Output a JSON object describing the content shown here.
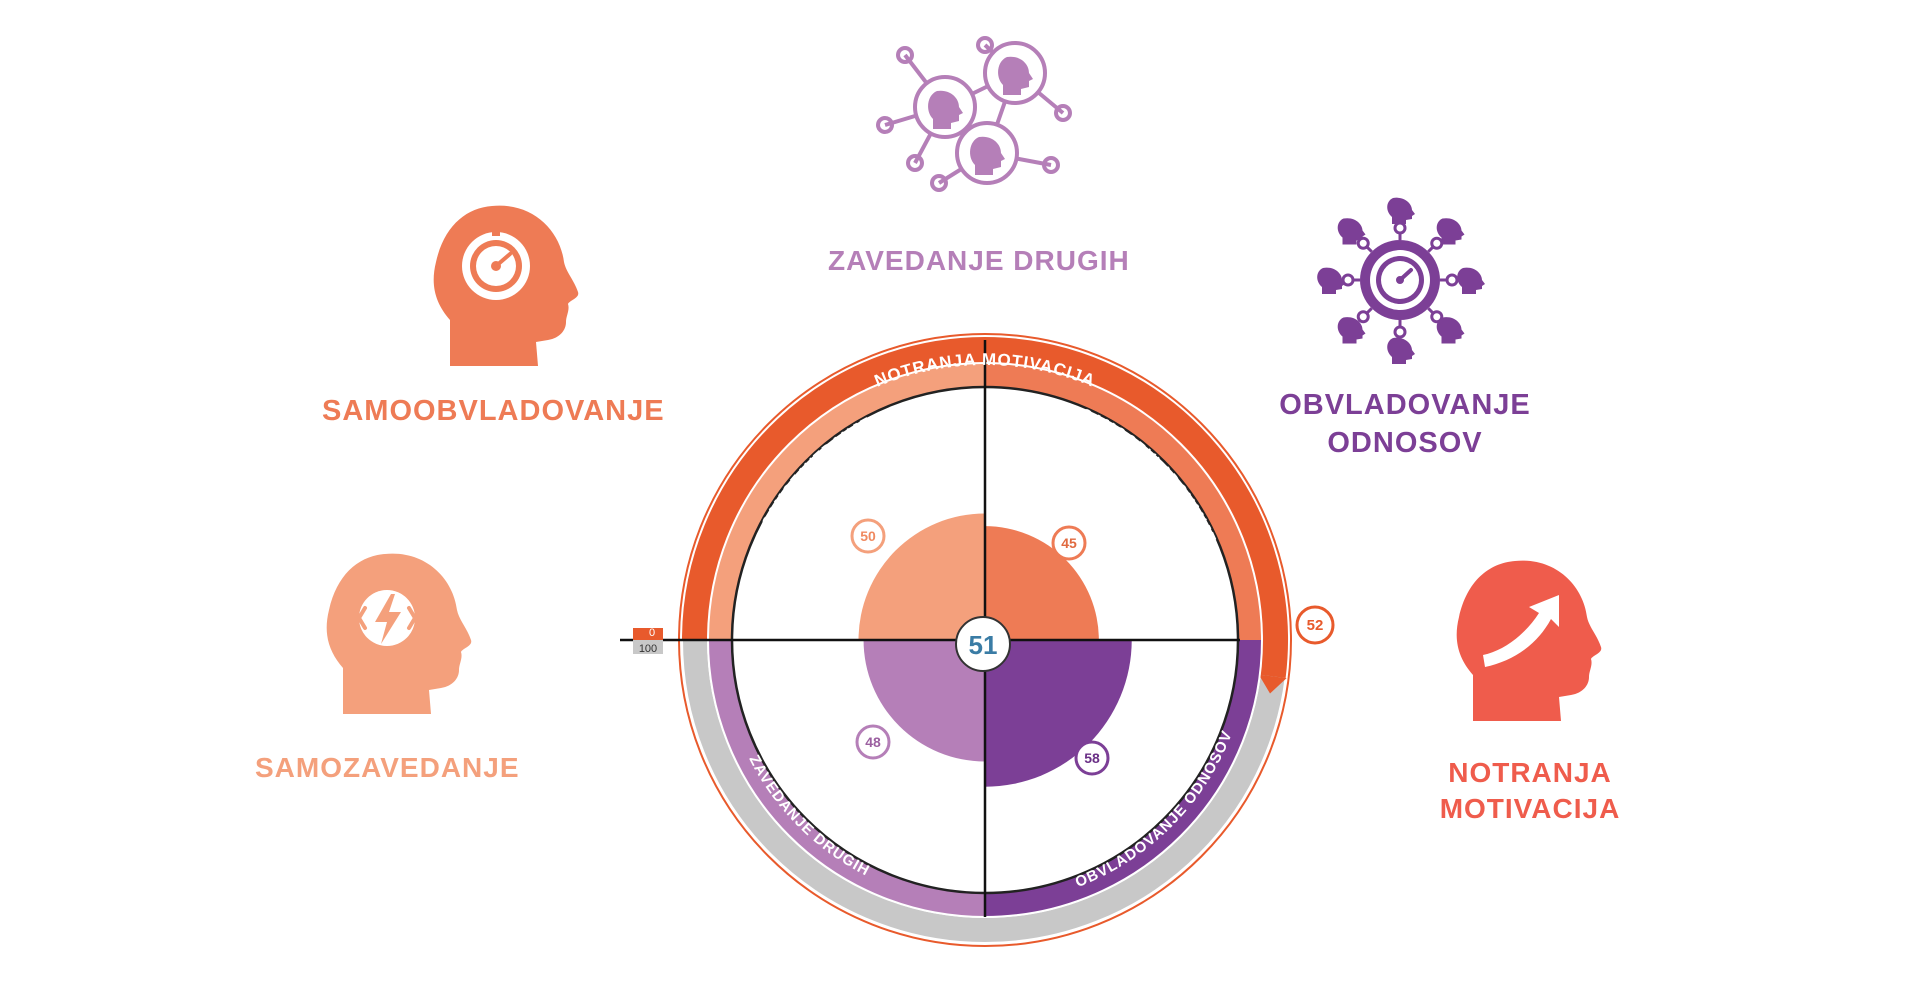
{
  "colors": {
    "self_management": "#ee7b55",
    "self_leadership": "#f4a07c",
    "leading_others": "#b57fb8",
    "relationship_mgmt": "#7c3f96",
    "inner_motivation": "#ef5c4c",
    "ring_orange": "#e85a2c",
    "ring_gray": "#c8c8c8",
    "center_text": "#3a7ca5"
  },
  "labels": {
    "samoobvladovanje": "SAMOOBVLADOVANJE",
    "samozavedanje": "SAMOZAVEDANJE",
    "zavedanje_drugih": "ZAVEDANJE DRUGIH",
    "obvladovanje_line1": "OBVLADOVANJE",
    "obvladovanje_line2": "ODNOSOV",
    "notranja_line1": "NOTRANJA",
    "notranja_line2": "MOTIVACIJA"
  },
  "icons": {
    "samoobvladovanje": "head-gauge-icon",
    "samozavedanje": "head-lightning-icon",
    "zavedanje_drugih": "network-heads-icon",
    "obvladovanje": "gauge-surrounded-by-heads-icon",
    "notranja": "head-rising-arrow-icon"
  },
  "wheel": {
    "outer_ring_label": "NOTRANJA MOTIVACIJA",
    "scale_min": "0",
    "scale_max": "100",
    "motivation_score": 52,
    "center_score": "51",
    "quadrants": [
      {
        "id": "samozavedanje",
        "arc_label": "SAMOZAVEDANJE",
        "score": 50,
        "badge": "50"
      },
      {
        "id": "samoobvladovanje",
        "arc_label": "SAMOOBVLADOVANJE",
        "score": 45,
        "badge": "45"
      },
      {
        "id": "zavedanje_drugih",
        "arc_label": "ZAVEDANJE DRUGIH",
        "score": 48,
        "badge": "48"
      },
      {
        "id": "obvladovanje_odnosov",
        "arc_label": "OBVLADOVANJE ODNOSOV",
        "score": 58,
        "badge": "58"
      }
    ]
  }
}
